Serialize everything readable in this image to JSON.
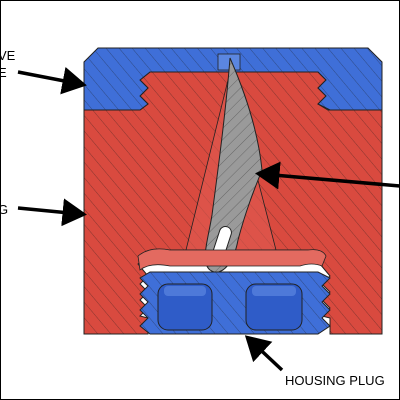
{
  "labels": {
    "valve_cap_line1": "VE",
    "valve_cap_line2": "E",
    "housing": "G",
    "housing_plug": "HOUSING PLUG"
  },
  "parts": [
    {
      "name": "valve-cap",
      "color": "#3f6fd8"
    },
    {
      "name": "housing",
      "color": "#d94a3f"
    },
    {
      "name": "blade",
      "color": "#9a9a9a"
    },
    {
      "name": "housing-plug",
      "color": "#3f6fd8"
    }
  ],
  "colors": {
    "hatch": "#1a1a1a",
    "outline": "#222222",
    "arrow": "#000000",
    "background": "#ffffff"
  }
}
